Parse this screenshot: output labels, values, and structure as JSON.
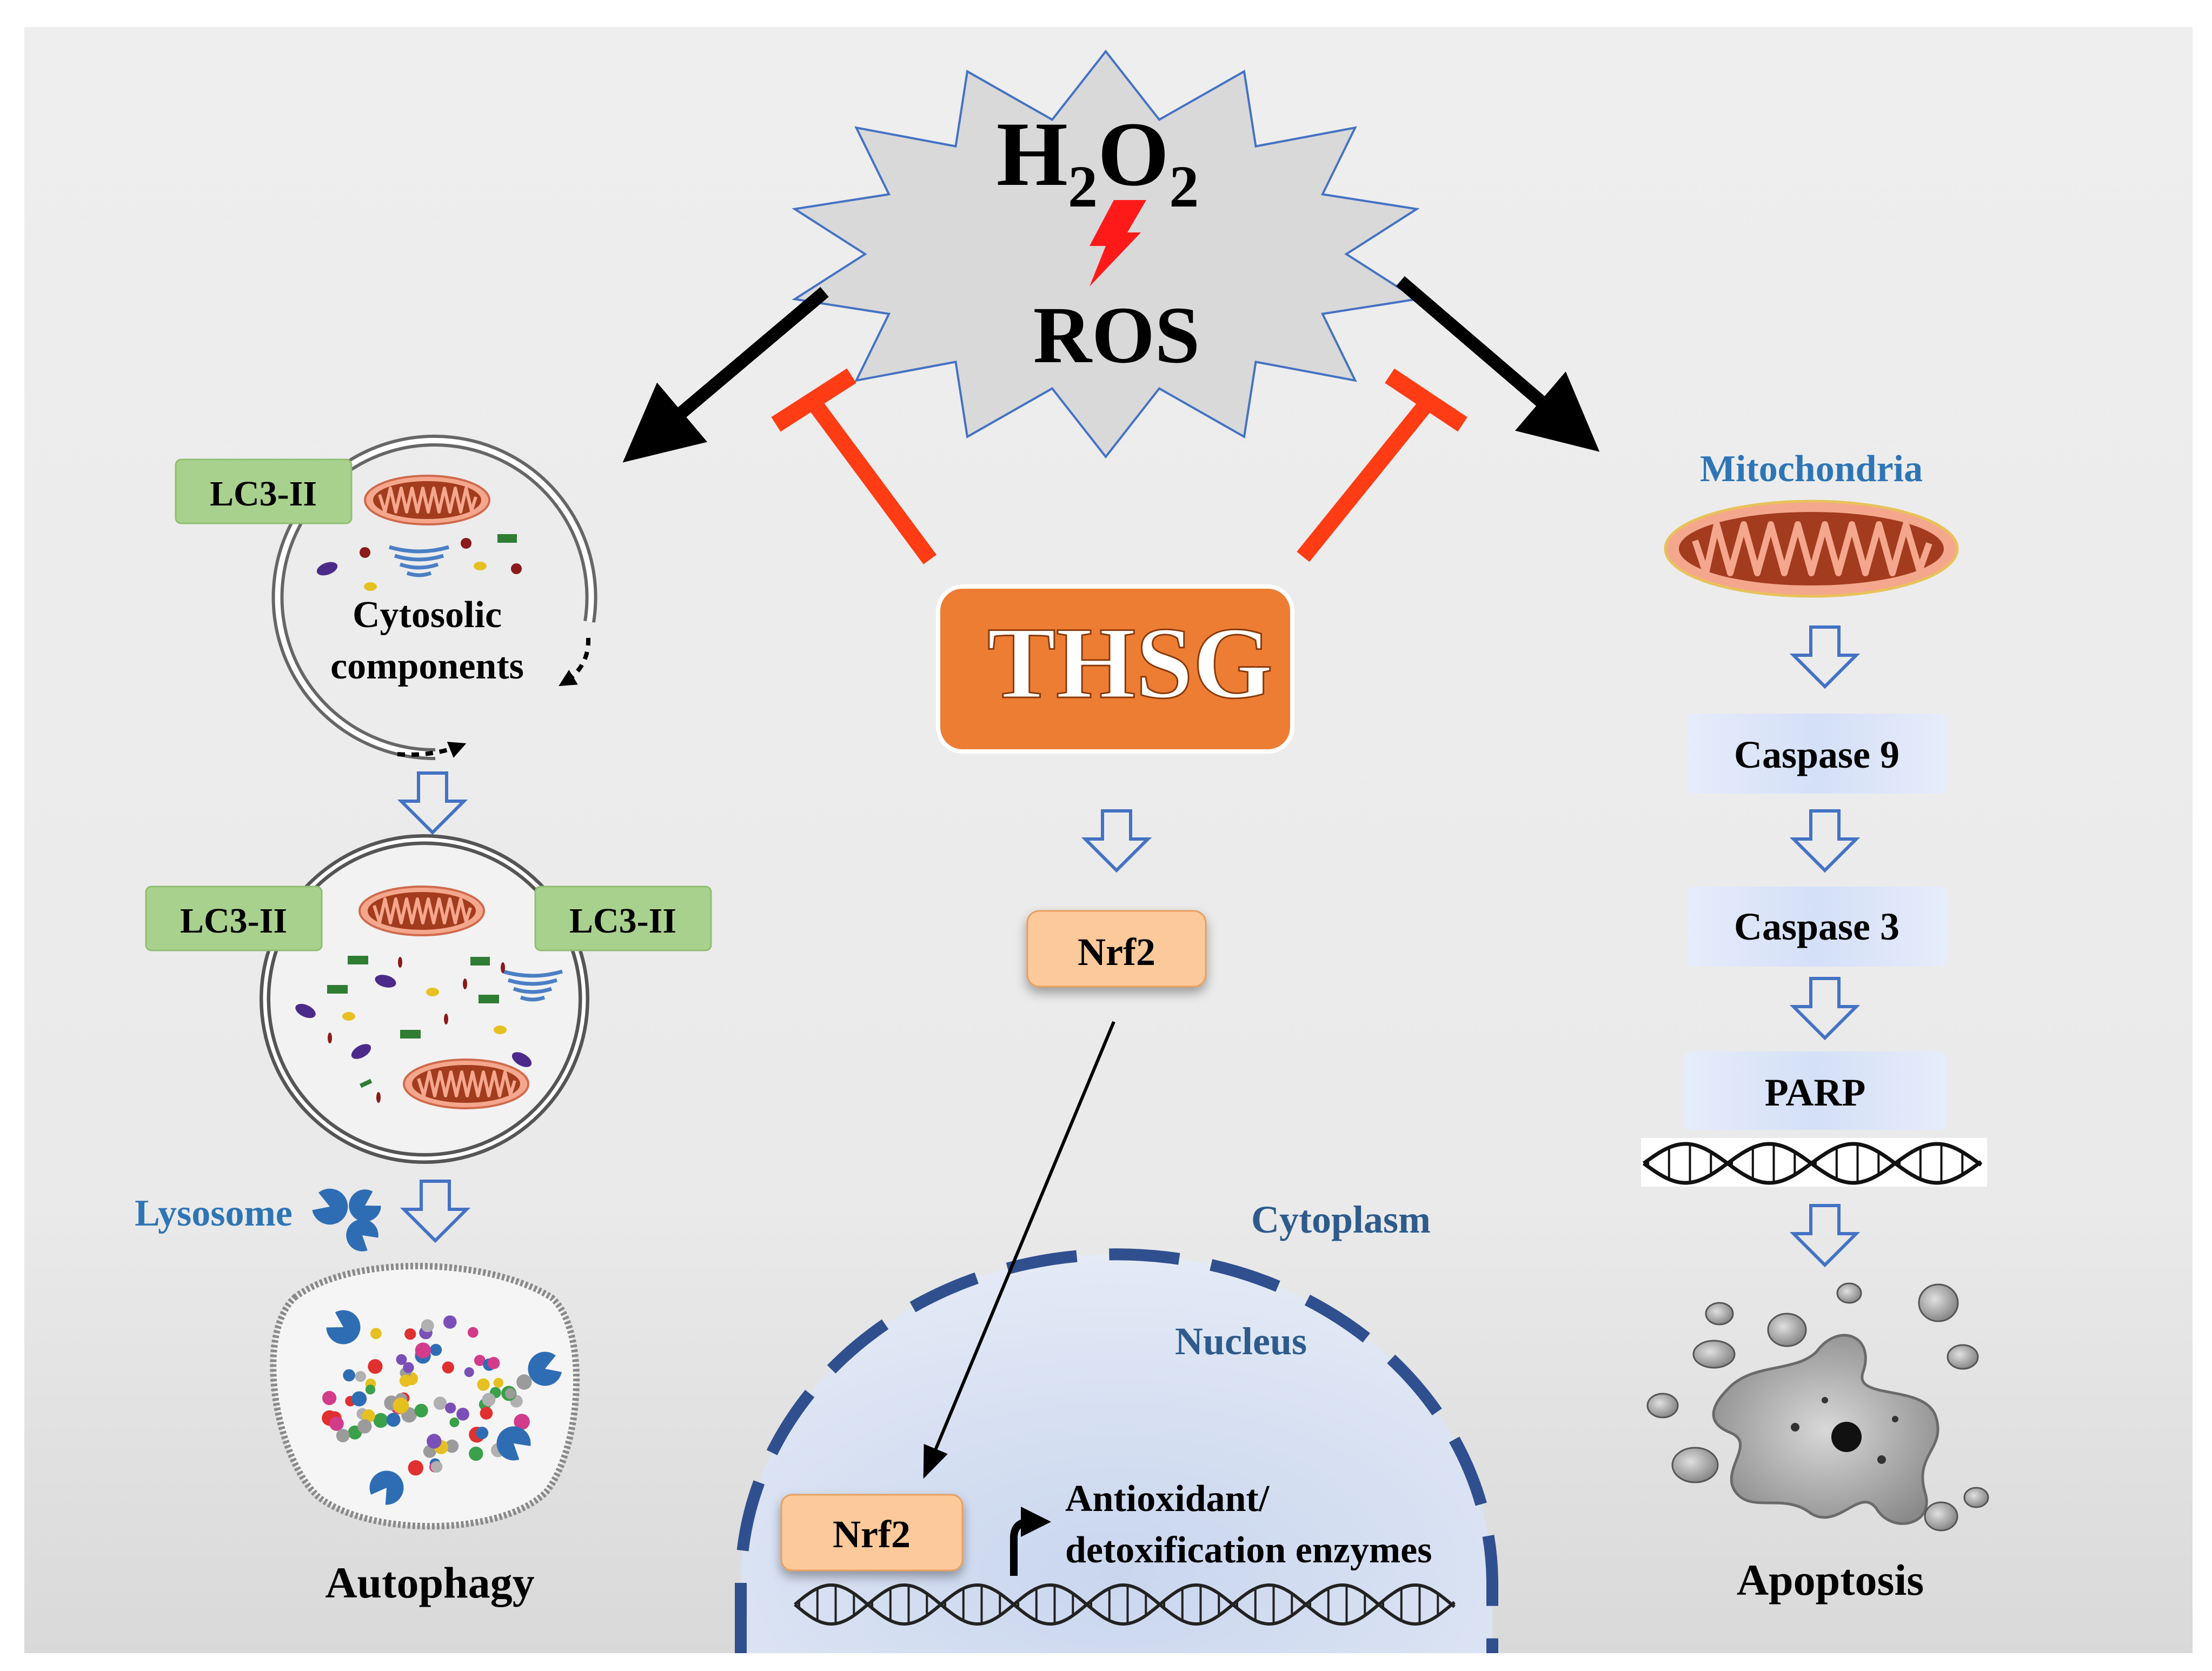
{
  "stress": {
    "h": "H",
    "sub2": "2",
    "o": "O",
    "ros": "ROS"
  },
  "center": {
    "compound": "THSG",
    "nrf2_cytoplasm": "Nrf2",
    "cytoplasm": "Cytoplasm",
    "nucleus": "Nucleus",
    "nrf2_nucleus": "Nrf2",
    "enzymes_line1": "Antioxidant/",
    "enzymes_line2": "detoxification enzymes"
  },
  "autophagy": {
    "lc3_top": "LC3-II",
    "cytosolic_line1": "Cytosolic",
    "cytosolic_line2": "components",
    "lc3_left": "LC3-II",
    "lc3_right": "LC3-II",
    "lysosome": "Lysosome",
    "title": "Autophagy"
  },
  "apoptosis": {
    "mitochondria": "Mitochondria",
    "caspase9": "Caspase 9",
    "caspase3": "Caspase 3",
    "parp": "PARP",
    "title": "Apoptosis"
  },
  "colors": {
    "background": "#eeeeee",
    "thsg": "#ee7d34",
    "nrf2_box": "#fcc99a",
    "lc3_box": "#a9d18e",
    "caspase_box": "#dbe6f9",
    "label_blue": "#2e75b6",
    "inhibit_red": "#ff3c14",
    "nucleus_border": "#2f4f8f"
  }
}
